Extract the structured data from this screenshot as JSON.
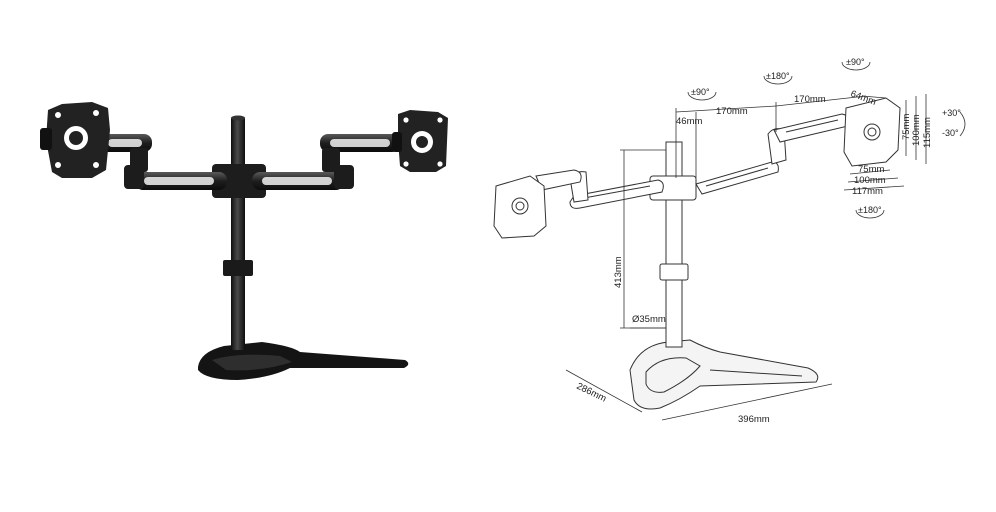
{
  "dimensions": {
    "pole_height": "413mm",
    "pole_diameter": "Ø35mm",
    "base_depth": "286mm",
    "base_width": "396mm",
    "arm_segment_1": "170mm",
    "arm_segment_2": "170mm",
    "arm_offset": "46mm",
    "head_depth": "64mm",
    "vesa_75_h": "75mm",
    "vesa_100_h": "100mm",
    "vesa_115_h": "115mm",
    "vesa_75_w": "75mm",
    "vesa_100_w": "100mm",
    "vesa_117_w": "117mm"
  },
  "rotation_labels": {
    "swivel_left": "±90°",
    "swivel_mid": "±180°",
    "swivel_right": "±90°",
    "rotate": "±180°",
    "tilt_up": "+30°",
    "tilt_down": "-30°"
  },
  "colors": {
    "metal_dark": "#1c1c1c",
    "metal_mid": "#3a3a3a",
    "line": "#333333",
    "fill_light": "#f4f4f4"
  }
}
